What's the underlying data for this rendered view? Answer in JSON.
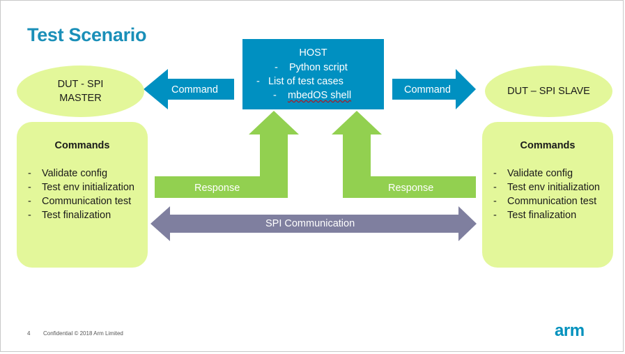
{
  "title": "Test Scenario",
  "host": {
    "title": "HOST",
    "items": [
      "Python script",
      "List of test cases",
      "mbedOS shell"
    ]
  },
  "dut_master": {
    "line1": "DUT - SPI",
    "line2": "MASTER"
  },
  "dut_slave": {
    "label": "DUT – SPI SLAVE"
  },
  "arrows": {
    "command_left": "Command",
    "command_right": "Command",
    "response_left": "Response",
    "response_right": "Response",
    "spi_communication": "SPI Communication"
  },
  "commands_left": {
    "title": "Commands",
    "items": [
      "Validate config",
      "Test env initialization",
      "Communication test",
      "Test finalization"
    ]
  },
  "commands_right": {
    "title": "Commands",
    "items": [
      "Validate config",
      "Test env initialization",
      "Communication test",
      "Test finalization"
    ]
  },
  "footer": {
    "page_number": "4",
    "confidential": "Confidential © 2018 Arm Limited"
  },
  "logo": "arm",
  "colors": {
    "title": "#1a8fb8",
    "host_box": "#0090c1",
    "command_arrow": "#0090c1",
    "response_arrow": "#92d050",
    "spi_arrow": "#7f7f9f",
    "panel_fill": "#e3f79a",
    "logo": "#0091bd"
  }
}
